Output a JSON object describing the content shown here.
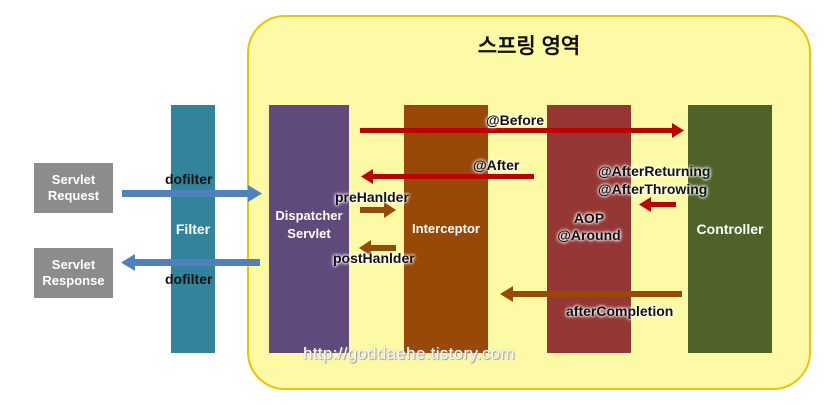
{
  "title": "스프링 영역",
  "boxes": {
    "servlet_request": "Servlet\nRequest",
    "servlet_response": "Servlet\nResponse"
  },
  "columns": {
    "filter": "Filter",
    "dispatcher": "Dispatcher\nServlet",
    "interceptor": "Interceptor",
    "aop": "AOP\n@Around",
    "controller": "Controller"
  },
  "labels": {
    "dofilter_in": "dofilter",
    "dofilter_out": "dofilter",
    "before": "@Before",
    "after": "@After",
    "after_returning": "@AfterReturning",
    "after_throwing": "@AfterThrowing",
    "pre_handler": "preHanlder",
    "post_handler": "postHanlder",
    "after_completion": "afterCompletion"
  },
  "watermark": "http://goddaehe.tistory.com",
  "colors": {
    "spring_bg": "#fdfaa6",
    "spring_border": "#f2c200",
    "filter": "#31849b",
    "dispatcher": "#604a7b",
    "interceptor": "#984807",
    "aop": "#953735",
    "controller": "#4f6228",
    "servlet_box": "#8c8c8c",
    "blue_arrow": "#4f81bd",
    "red_arrow": "#c00000",
    "brown_arrow": "#984807"
  }
}
